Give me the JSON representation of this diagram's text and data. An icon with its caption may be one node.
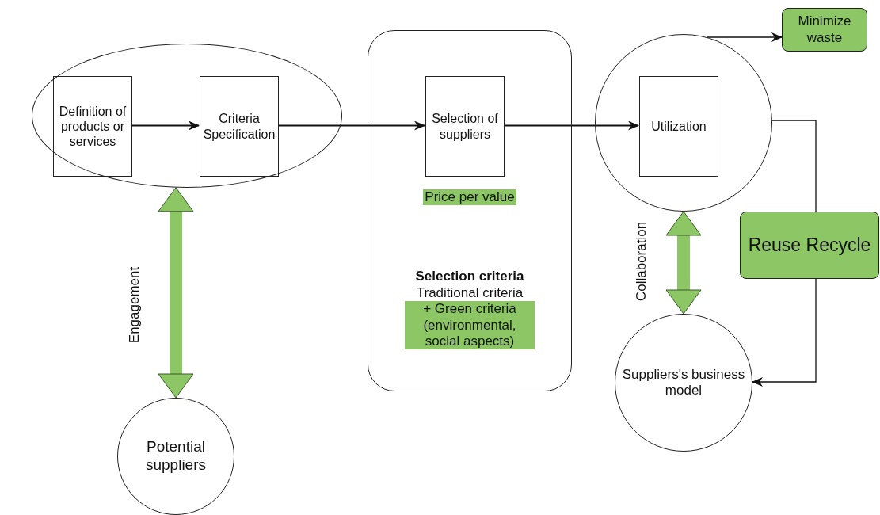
{
  "diagram": {
    "nodes": [
      {
        "text": [],
        "shape": "ellipse"
      },
      {
        "text": [
          "Definition of products or services"
        ],
        "in": 0
      },
      {
        "text": [
          "Criteria Specification"
        ],
        "in": 0
      },
      {
        "text": [
          "Price per value",
          "Selection criteria",
          "Traditional criteria",
          "+ Green criteria (environmental, social aspects)"
        ]
      },
      {
        "text": [
          "Selection of suppliers"
        ],
        "in": 3
      },
      {
        "text": [],
        "shape": "circle"
      },
      {
        "text": [
          "Utilization"
        ],
        "in": 5
      },
      {
        "text": [
          "Minimize waste"
        ]
      },
      {
        "text": [
          "Reuse Recycle"
        ]
      },
      {
        "text": [
          "Potential suppliers"
        ]
      },
      {
        "text": [
          "Suppliers's business model"
        ]
      }
    ],
    "edges": [
      {
        "from": 1,
        "to": 2,
        "arrow": "to"
      },
      {
        "from": 2,
        "to": 4,
        "arrow": "to"
      },
      {
        "from": 4,
        "to": 6,
        "arrow": "to"
      },
      {
        "from": 5,
        "to": 7,
        "arrow": "to"
      },
      {
        "from": 0,
        "to": 9,
        "arrow": "both",
        "label": "Engagement",
        "style": "thick",
        "color": "#8cc665"
      },
      {
        "from": 5,
        "to": 10,
        "arrow": "both",
        "label": "Collaboration",
        "style": "thick",
        "color": "#8cc665"
      },
      {
        "from": 5,
        "to": 8,
        "arrow": "none"
      },
      {
        "from": 8,
        "to": 10,
        "arrow": "to"
      }
    ]
  }
}
